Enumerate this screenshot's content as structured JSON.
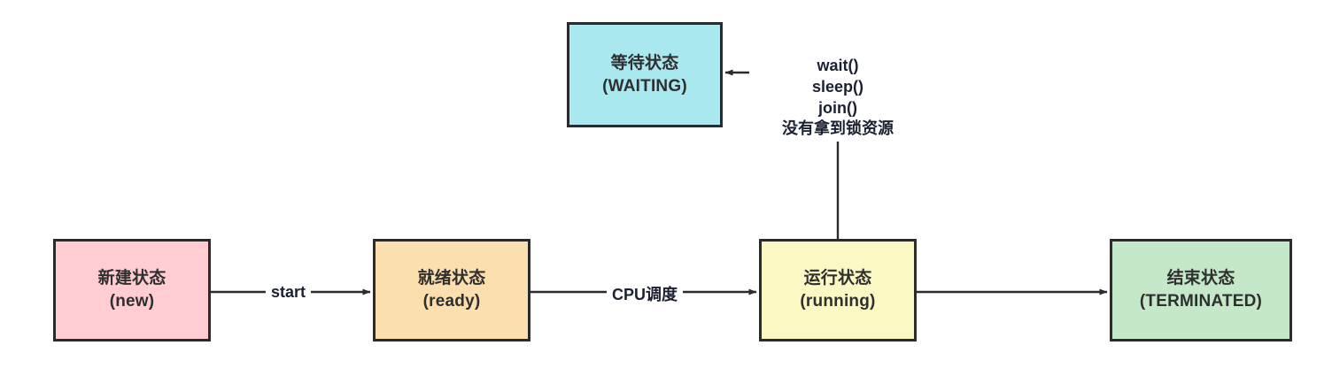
{
  "diagram": {
    "type": "state-diagram",
    "title": "Java thread state transition diagram",
    "background": "#ffffff",
    "border_color": "#2b2b2b",
    "text_color": "#2f2f2f",
    "label_color": "#1c2033",
    "nodes": [
      {
        "id": "waiting",
        "line1": "等待状态",
        "line2": "(WAITING)",
        "fill": "#aae8f0"
      },
      {
        "id": "new",
        "line1": "新建状态",
        "line2": "(new)",
        "fill": "#ffcdd2"
      },
      {
        "id": "ready",
        "line1": "就绪状态",
        "line2": "(ready)",
        "fill": "#fcdfae"
      },
      {
        "id": "running",
        "line1": "运行状态",
        "line2": "(running)",
        "fill": "#fcf8c4"
      },
      {
        "id": "terminated",
        "line1": "结束状态",
        "line2": "(TERMINATED)",
        "fill": "#c5e8c8"
      }
    ],
    "edges": [
      {
        "id": "new-to-ready",
        "from": "new",
        "to": "ready",
        "label": "start"
      },
      {
        "id": "ready-to-running",
        "from": "ready",
        "to": "running",
        "label": "CPU调度"
      },
      {
        "id": "running-to-terminated",
        "from": "running",
        "to": "terminated",
        "label": ""
      },
      {
        "id": "running-to-waiting",
        "from": "running",
        "to": "waiting",
        "label": ""
      }
    ],
    "wait_conditions": {
      "lines": [
        "wait()",
        "sleep()",
        "join()",
        "没有拿到锁资源"
      ]
    }
  }
}
